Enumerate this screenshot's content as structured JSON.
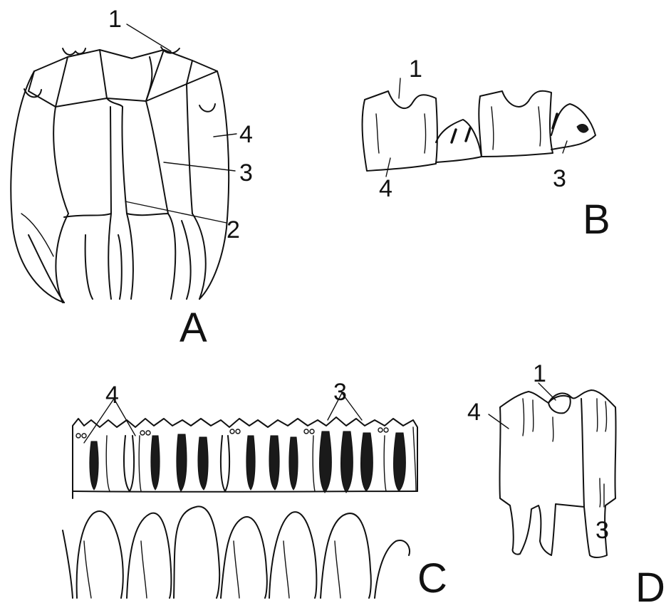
{
  "figure": {
    "panels": {
      "A": {
        "letter": "A",
        "labels": [
          "1",
          "2",
          "3",
          "4"
        ]
      },
      "B": {
        "letter": "B",
        "labels": [
          "1",
          "3",
          "4"
        ]
      },
      "C": {
        "letter": "C",
        "labels": [
          "3",
          "4"
        ]
      },
      "D": {
        "letter": "D",
        "labels": [
          "1",
          "3",
          "4"
        ]
      }
    }
  }
}
